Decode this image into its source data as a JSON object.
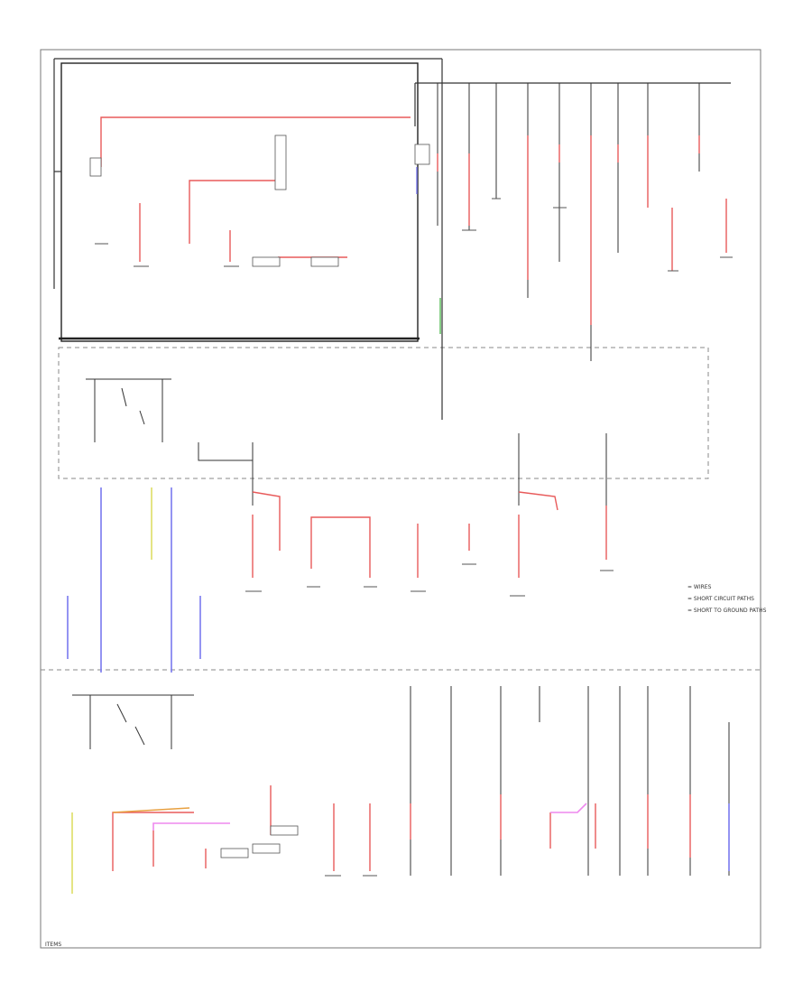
{
  "legend": {
    "items": [
      "= WIRES",
      "= SHORT CIRCUIT PATHS",
      "= SHORT TO GROUND PATHS"
    ]
  },
  "annotations": {
    "footer": "ITEMS"
  },
  "colors": {
    "red_wire": "#e85a5a",
    "pink_wire": "#ee88ee",
    "blue_wire": "#7a7aee",
    "green_wire": "#55bb55",
    "yellow_wire": "#dddd66",
    "line": "#333333",
    "dash": "#888888"
  }
}
